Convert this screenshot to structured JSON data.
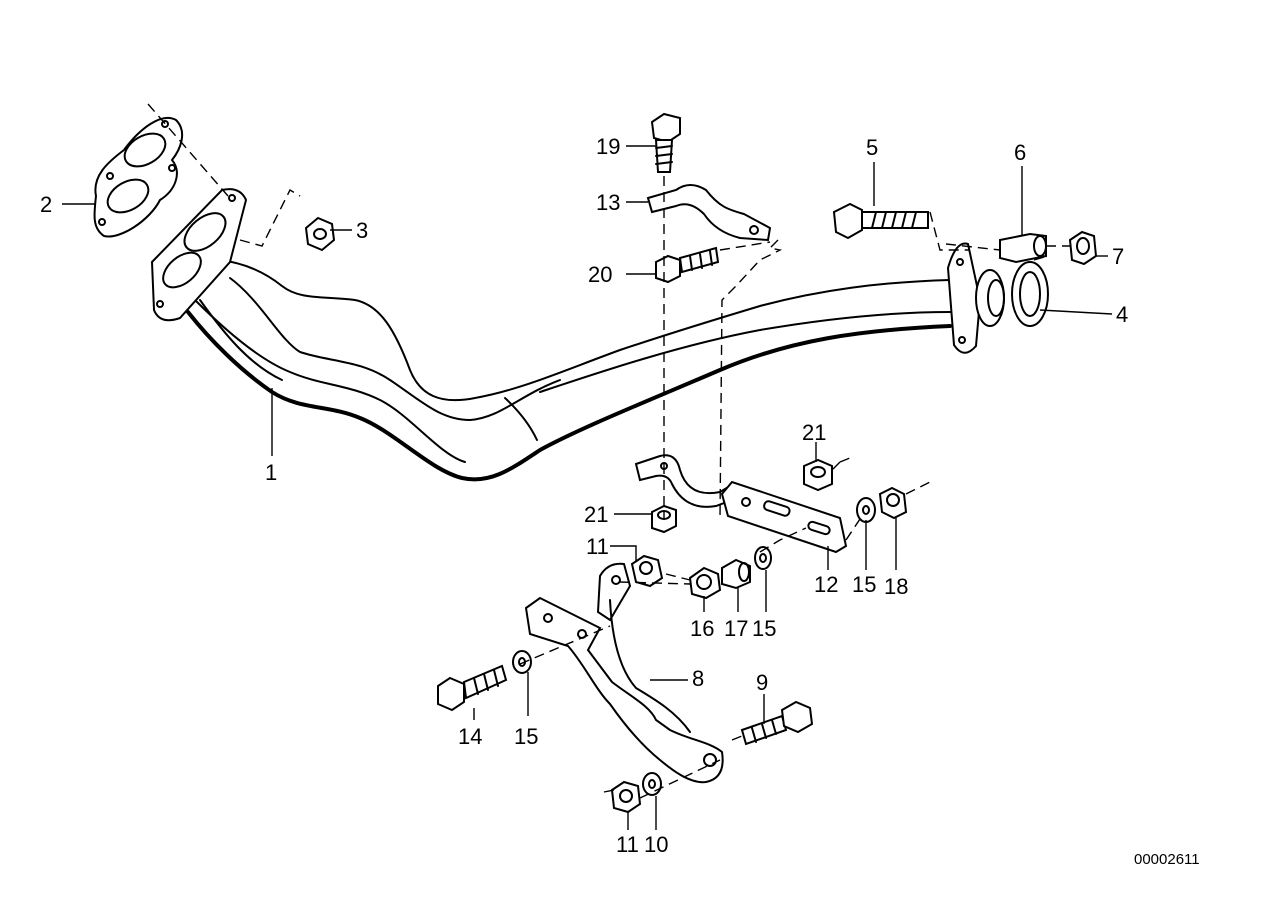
{
  "diagram": {
    "document_number": "00002611",
    "callouts": [
      {
        "id": "c1",
        "label": "1"
      },
      {
        "id": "c2",
        "label": "2"
      },
      {
        "id": "c3",
        "label": "3"
      },
      {
        "id": "c4",
        "label": "4"
      },
      {
        "id": "c5",
        "label": "5"
      },
      {
        "id": "c6",
        "label": "6"
      },
      {
        "id": "c7",
        "label": "7"
      },
      {
        "id": "c8",
        "label": "8"
      },
      {
        "id": "c9",
        "label": "9"
      },
      {
        "id": "c10",
        "label": "10"
      },
      {
        "id": "c11a",
        "label": "11"
      },
      {
        "id": "c11b",
        "label": "11"
      },
      {
        "id": "c12",
        "label": "12"
      },
      {
        "id": "c13",
        "label": "13"
      },
      {
        "id": "c14",
        "label": "14"
      },
      {
        "id": "c15a",
        "label": "15"
      },
      {
        "id": "c15b",
        "label": "15"
      },
      {
        "id": "c15c",
        "label": "15"
      },
      {
        "id": "c16",
        "label": "16"
      },
      {
        "id": "c17",
        "label": "17"
      },
      {
        "id": "c18",
        "label": "18"
      },
      {
        "id": "c19",
        "label": "19"
      },
      {
        "id": "c20",
        "label": "20"
      },
      {
        "id": "c21a",
        "label": "21"
      },
      {
        "id": "c21b",
        "label": "21"
      }
    ]
  }
}
